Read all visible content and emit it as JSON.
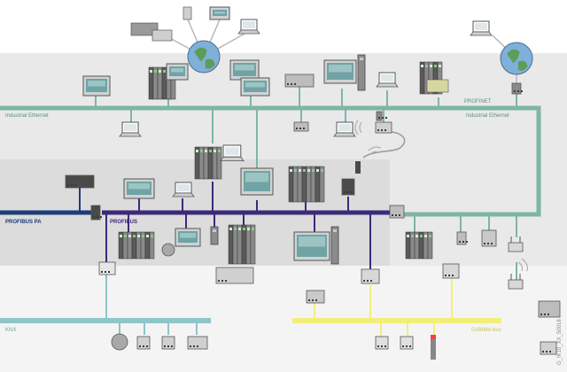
{
  "diagram": {
    "title": "Industrial network topology",
    "buses": {
      "industrial_ethernet_left": "Industrial Ethernet",
      "industrial_ethernet_right": "Industrial Ethernet",
      "profinet": "PROFINET",
      "profibus_pa": "PROFIBUS PA",
      "profibus": "PROFIBUS",
      "knx": "KNX",
      "gamma": "GAMMA bus"
    },
    "watermark": "G_IK10_XX_50018",
    "colors": {
      "industrial_ethernet": "#7fb5a6",
      "profibus": "#3b2a7a",
      "profibus_pa": "#1f3b7a",
      "knx": "#8ec5c8",
      "gamma": "#f2ee7a",
      "band": "#e9e9e9",
      "band_dark": "#dcdcdc"
    },
    "icons": {
      "globe": "globe-icon",
      "laptop": "laptop-icon",
      "panel": "hmi-panel-icon",
      "plc": "plc-icon",
      "switch": "network-switch-icon",
      "wireless": "wireless-access-point-icon"
    }
  }
}
